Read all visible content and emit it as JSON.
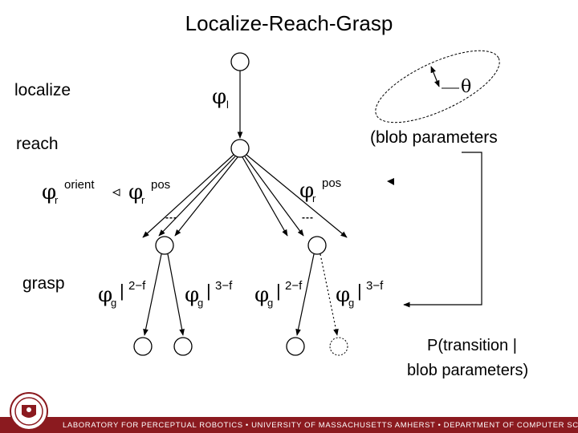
{
  "title": "Localize-Reach-Grasp",
  "levels": {
    "localize": "localize",
    "reach": "reach",
    "grasp": "grasp"
  },
  "phi_symbol": "φ",
  "phi_l": {
    "sub": "l"
  },
  "reach_terms": {
    "orient": {
      "sub": "r",
      "sup": "orient"
    },
    "pos_left": {
      "sub": "r",
      "sup": "pos"
    },
    "pos_right": {
      "sub": "r",
      "sup": "pos"
    }
  },
  "grasp_terms": [
    {
      "sub": "g",
      "sup": "2−f"
    },
    {
      "sub": "g",
      "sup": "3−f"
    },
    {
      "sub": "g",
      "sup": "2−f"
    },
    {
      "sub": "g",
      "sup": "3−f"
    }
  ],
  "theta": "θ",
  "blob_parameters": "(blob parameters",
  "transition_label": {
    "line1": "P(transition |",
    "line2": "blob parameters)"
  },
  "ellipsis": "---",
  "footer": "LABORATORY FOR PERCEPTUAL ROBOTICS  •  UNIVERSITY OF MASSACHUSETTS AMHERST  •  DEPARTMENT OF COMPUTER SCIENCE",
  "colors": {
    "footer_bar": "#8b1a1f",
    "seal": "#8b1a1f"
  }
}
